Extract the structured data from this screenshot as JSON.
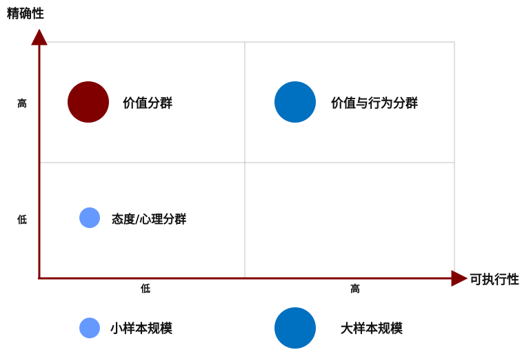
{
  "axes": {
    "y_title": "精确性",
    "x_title": "可执行性",
    "y_high": "高",
    "y_low": "低",
    "x_low": "低",
    "x_high": "高"
  },
  "quadrants": [
    {
      "label": "价值分群",
      "x": "低",
      "y": "高",
      "size": "large",
      "color": "#800000"
    },
    {
      "label": "价值与行为分群",
      "x": "高",
      "y": "高",
      "size": "large",
      "color": "#0070C0"
    },
    {
      "label": "态度/心理分群",
      "x": "低",
      "y": "低",
      "size": "small",
      "color": "#6699FF"
    }
  ],
  "legend": [
    {
      "label": "小样本规模",
      "size": "small",
      "color": "#6699FF"
    },
    {
      "label": "大样本规模",
      "size": "large",
      "color": "#0070C0"
    }
  ],
  "colors": {
    "axis": "#800000",
    "grid": "#C0C0C0"
  }
}
